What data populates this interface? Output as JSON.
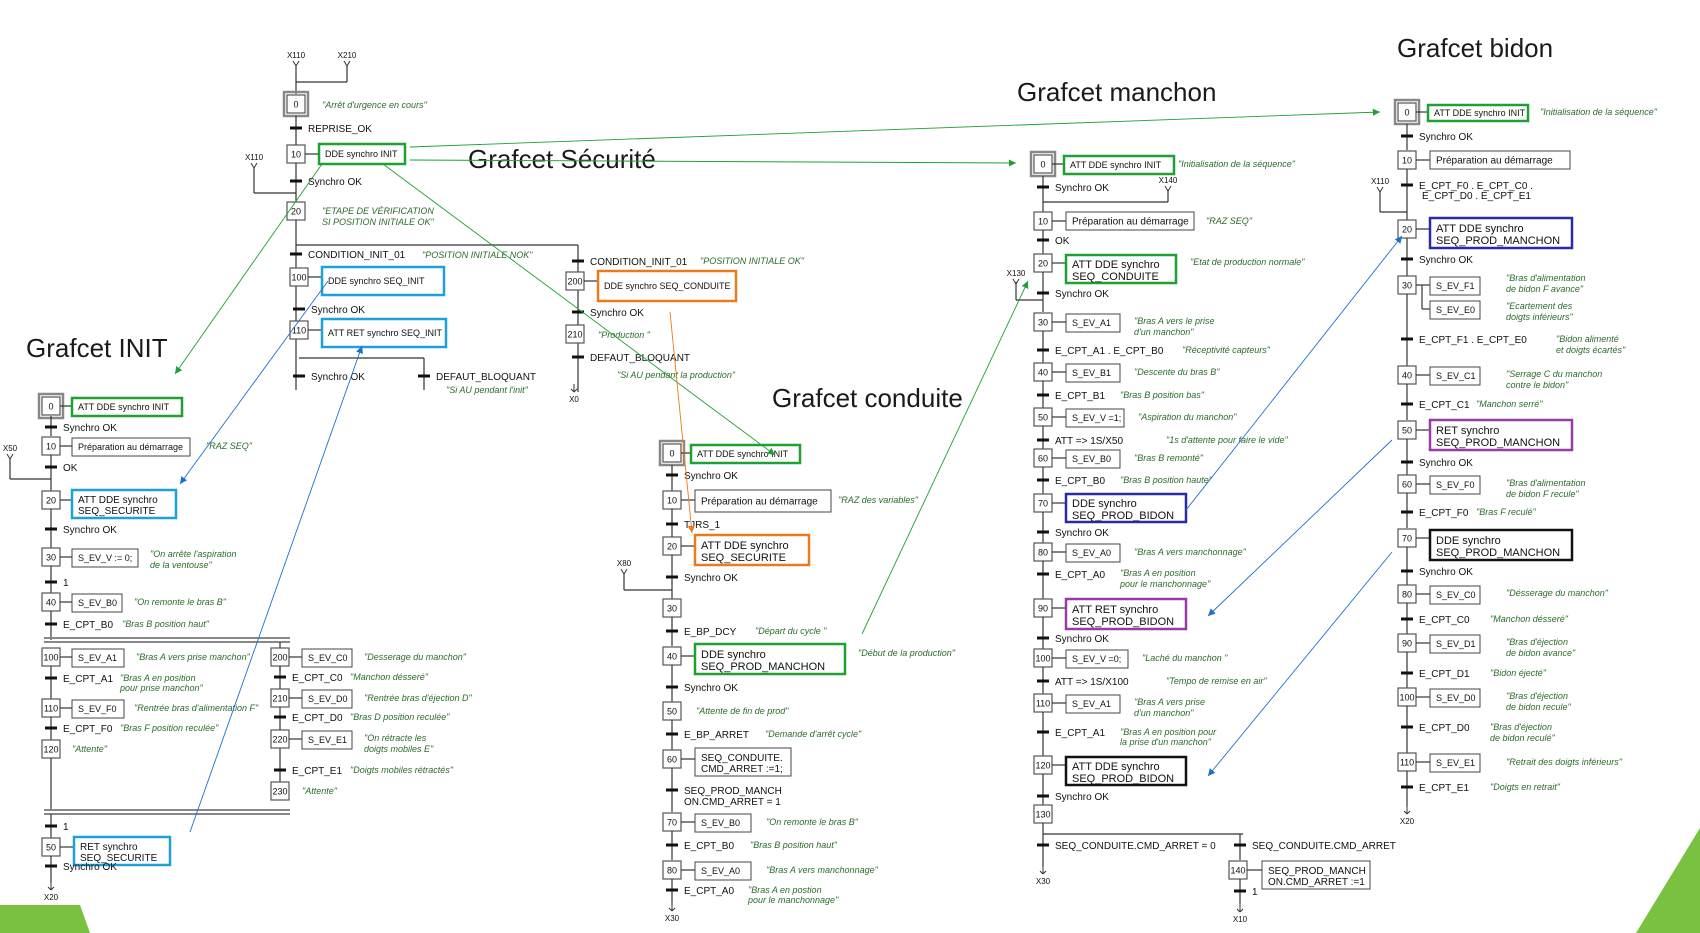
{
  "titles": {
    "securite": "Grafcet Sécurité",
    "init": "Grafcet INIT",
    "conduite": "Grafcet conduite",
    "manchon": "Grafcet manchon",
    "bidon": "Grafcet bidon"
  },
  "colors": {
    "green": "#1fa033",
    "blue": "#1e6fd0",
    "orange": "#e87a1f",
    "cyan": "#1da1d8",
    "purple": "#9a3aa8",
    "navy": "#2a2aa8",
    "black": "#111111",
    "comment": "#2b6b2b"
  },
  "securite": {
    "refs": [
      "X110",
      "X210",
      "X110",
      "X0"
    ],
    "steps": [
      "0",
      "10",
      "20",
      "100",
      "110",
      "200",
      "210"
    ],
    "actions": [
      "DDE synchro INIT",
      "DDE synchro SEQ_INIT",
      "ATT RET synchro SEQ_INIT",
      "DDE synchro SEQ_CONDUITE"
    ],
    "transitions": [
      "REPRISE_OK",
      "Synchro OK",
      "CONDITION_INIT_01",
      "Synchro OK",
      "Synchro OK",
      "DEFAUT_BLOQUANT",
      "CONDITION_INIT_01",
      "Synchro OK",
      "DEFAUT_BLOQUANT"
    ],
    "comments": [
      "\"Arrêt d'urgence en cours\"",
      "\"ETAPE DE VÉRIFICATION",
      "SI POSITION INITIALE OK\"",
      "\"POSITION INITIALE NOK\"",
      "\"POSITION INITIALE OK\"",
      "\"Production \"",
      "\"Si AU pendant la production\"",
      "\"Si AU pendant l'init\""
    ]
  },
  "init": {
    "refs": [
      "X50",
      "X20"
    ],
    "steps": [
      "0",
      "10",
      "20",
      "30",
      "40",
      "100",
      "110",
      "120",
      "200",
      "210",
      "220",
      "230",
      "50"
    ],
    "actions": [
      "ATT DDE synchro INIT",
      "Préparation au démarrage",
      "ATT DDE synchro",
      "SEQ_SECURITE",
      "S_EV_V := 0;",
      "S_EV_B0",
      "S_EV_A1",
      "S_EV_F0",
      "S_EV_C0",
      "S_EV_D0",
      "S_EV_E1",
      "RET synchro",
      "SEQ_SECURITE"
    ],
    "transitions": [
      "Synchro OK",
      "OK",
      "Synchro OK",
      "1",
      "E_CPT_B0",
      "E_CPT_A1",
      "E_CPT_F0",
      "E_CPT_C0",
      "E_CPT_D0",
      "E_CPT_E1",
      "1",
      "Synchro OK"
    ],
    "comments": [
      "\"RAZ SEQ\"",
      "\"On arrête l'aspiration",
      "de la ventouse\"",
      "\"On remonte le bras B\"",
      "\"Bras B position haut\"",
      "\"Bras A vers prise manchon\"",
      "\"Bras A en position",
      "pour prise manchon\"",
      "\"Rentrée bras d'alimentation F\"",
      "\"Bras F position reculée\"",
      "\"Attente\"",
      "\"Desserage du manchon\"",
      "\"Manchon désseré\"",
      "\"Rentrée bras d'éjection D\"",
      "\"Bras D position reculée\"",
      "\"On rétracte les",
      "doigts mobiles E\"",
      "\"Doigts mobiles rétractés\"",
      "\"Attente\""
    ]
  },
  "conduite": {
    "refs": [
      "X80",
      "X30"
    ],
    "steps": [
      "0",
      "10",
      "20",
      "30",
      "40",
      "50",
      "60",
      "70",
      "80"
    ],
    "actions": [
      "ATT DDE synchro INIT",
      "Préparation au démarrage",
      "ATT DDE synchro",
      "SEQ_SECURITE",
      "DDE synchro",
      "SEQ_PROD_MANCHON",
      "SEQ_CONDUITE.",
      "CMD_ARRET :=1;",
      "S_EV_B0",
      "S_EV_A0"
    ],
    "transitions": [
      "Synchro OK",
      "TJRS_1",
      "Synchro OK",
      "E_BP_DCY",
      "Synchro OK",
      "E_BP_ARRET",
      "SEQ_PROD_MANCH",
      "ON.CMD_ARRET = 1",
      "E_CPT_B0",
      "E_CPT_A0"
    ],
    "comments": [
      "\"RAZ des variables\"",
      "\"Départ du cycle \"",
      "\"Début de la production\"",
      "\"Attente de fin de prod\"",
      "\"Demande d'arrêt cycle\"",
      "\"On remonte le bras B\"",
      "\"Bras B position haut\"",
      "\"Bras A vers manchonnage\"",
      "\"Bras A en postion",
      "pour le manchonnage\""
    ]
  },
  "manchon": {
    "refs": [
      "X140",
      "X130",
      "X30",
      "X10"
    ],
    "steps": [
      "0",
      "10",
      "20",
      "30",
      "40",
      "50",
      "60",
      "70",
      "80",
      "90",
      "100",
      "110",
      "120",
      "130",
      "140"
    ],
    "actions": [
      "ATT DDE synchro INIT",
      "Préparation au démarrage",
      "ATT DDE synchro",
      "SEQ_CONDUITE",
      "S_EV_A1",
      "S_EV_B1",
      "S_EV_V =1;",
      "S_EV_B0",
      "DDE synchro",
      "SEQ_PROD_BIDON",
      "S_EV_A0",
      "ATT RET synchro",
      "SEQ_PROD_BIDON",
      "S_EV_V =0;",
      "S_EV_A1",
      "ATT DDE synchro",
      "SEQ_PROD_BIDON",
      "SEQ_PROD_MANCH",
      "ON.CMD_ARRET :=1"
    ],
    "transitions": [
      "Synchro OK",
      "OK",
      "Synchro OK",
      "E_CPT_A1 . E_CPT_B0",
      "E_CPT_B1",
      "ATT => 1S/X50",
      "E_CPT_B0",
      "Synchro OK",
      "E_CPT_A0",
      "Synchro OK",
      "ATT => 1S/X100",
      "E_CPT_A1",
      "Synchro OK",
      "SEQ_CONDUITE.CMD_ARRET = 0",
      "SEQ_CONDUITE.CMD_ARRET",
      "1"
    ],
    "comments": [
      "\"Initialisation de la séquence\"",
      "\"RAZ SEQ\"",
      "\"Etat de production normale\"",
      "\"Bras A vers le prise",
      "d'un manchon\"",
      "\"Réceptivité capteurs\"",
      "\"Descente du bras B\"",
      "\"Bras B position bas\"",
      "\"Aspiration du manchon\"",
      "\"1s d'attente pour faire le vide\"",
      "\"Bras B remonté\"",
      "\"Bras B position haute\"",
      "\"Bras A vers manchonnage\"",
      "\"Bras A en position",
      "pour le manchonnage\"",
      "\"Laché du manchon \"",
      "\"Tempo de remise en air\"",
      "\"Bras A vers prise",
      "d'un manchon\"",
      "\"Bras A en position pour",
      "la prise d'un manchon\""
    ]
  },
  "bidon": {
    "refs": [
      "X110",
      "X20"
    ],
    "steps": [
      "0",
      "10",
      "20",
      "30",
      "40",
      "50",
      "60",
      "70",
      "80",
      "90",
      "100",
      "110"
    ],
    "actions": [
      "ATT DDE synchro INIT",
      "Préparation au démarrage",
      "ATT DDE synchro",
      "SEQ_PROD_MANCHON",
      "S_EV_F1",
      "S_EV_E0",
      "S_EV_C1",
      "RET synchro",
      "SEQ_PROD_MANCHON",
      "S_EV_F0",
      "DDE synchro",
      "SEQ_PROD_MANCHON",
      "S_EV_C0",
      "S_EV_D1",
      "S_EV_D0",
      "S_EV_E1"
    ],
    "transitions": [
      "Synchro OK",
      "E_CPT_F0 . E_CPT_C0 .",
      "E_CPT_D0 . E_CPT_E1",
      "Synchro OK",
      "E_CPT_F1 . E_CPT_E0",
      "E_CPT_C1",
      "Synchro OK",
      "E_CPT_F0",
      "Synchro OK",
      "E_CPT_C0",
      "E_CPT_D1",
      "E_CPT_D0",
      "E_CPT_E1"
    ],
    "comments": [
      "\"Initialisation de la séquence\"",
      "\"Bras d'alimentation",
      "de bidon F avance\"",
      "\"Ecartement des",
      "doigts inférieurs\"",
      "\"Bidon alimenté",
      "et doigts écartés\"",
      "\"Serrage C du manchon",
      "contre le bidon\"",
      "\"Manchon serré\"",
      "\"Bras d'alimentation",
      "de bidon F recule\"",
      "\"Bras F reculé\"",
      "\"Désserage du manchon\"",
      "\"Manchon désseré\"",
      "\"Bras d'éjection",
      "de bidon avance\"",
      "\"Bidon éjecté\"",
      "\"Bras d'éjection",
      "de bidon recule\"",
      "\"Bras d'éjection",
      "de bidon reculé\"",
      "\"Retrait des doigts inférieurs\"",
      "\"Doigts en retrait\""
    ]
  }
}
